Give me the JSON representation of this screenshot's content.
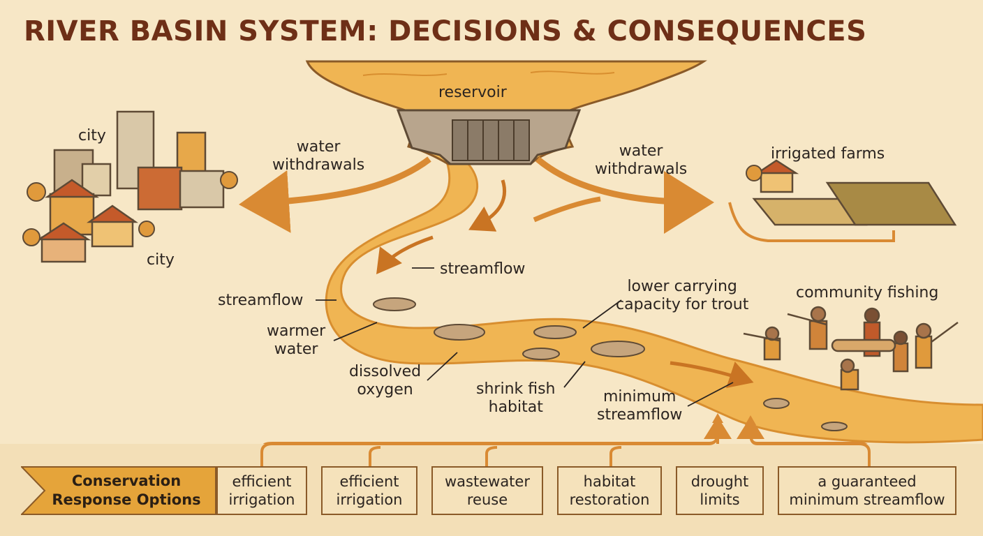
{
  "title": "RIVER BASIN SYSTEM: DECISIONS & CONSEQUENCES",
  "labels": {
    "reservoir": "reservoir",
    "city_top": "city",
    "city_bottom": "city",
    "withdrawals_left": "water\nwithdrawals",
    "withdrawals_right": "water\nwithdrawals",
    "irrigated_farms": "irrigated farms",
    "streamflow_upper": "streamflow",
    "streamflow_left": "streamflow",
    "warmer_water": "warmer\nwater",
    "dissolved_oxygen": "dissolved\noxygen",
    "shrink_fish_habitat": "shrink fish\nhabitat",
    "lower_carrying_capacity": "lower carrying\ncapacity for trout",
    "minimum_streamflow": "minimum\nstreamflow",
    "community_fishing": "community fishing"
  },
  "conservation": {
    "heading": "Conservation\nResponse Options",
    "options": [
      "efficient\nirrigation",
      "efficient\nirrigation",
      "wastewater\nreuse",
      "habitat\nrestoration",
      "drought\nlimits",
      "a guaranteed\nminimum streamflow"
    ]
  },
  "colors": {
    "background": "#f7e7c6",
    "river": "#f0b553",
    "river_edge": "#d88e2f",
    "arrow": "#d98a33",
    "title": "#6e2f17",
    "outline": "#8a5a28"
  }
}
